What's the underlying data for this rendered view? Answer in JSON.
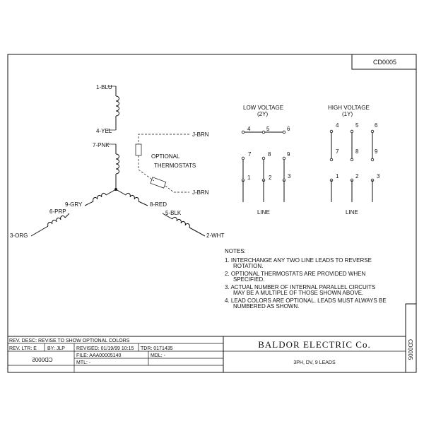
{
  "drawing": {
    "drawing_number": "CD0005",
    "company": "BALDOR ELECTRIC Co.",
    "description": "3PH, DV, 9 LEADS"
  },
  "leads": {
    "l1": "1-BLU",
    "l4": "4-YEL",
    "l7": "7-PNK",
    "l9": "9-GRY",
    "l6": "6-PRP",
    "l3": "3-ORG",
    "l8": "8-RED",
    "l5": "5-BLK",
    "l2": "2-WHT",
    "j_top": "J-BRN",
    "j_bottom": "J-BRN",
    "thermostat_label_1": "OPTIONAL",
    "thermostat_label_2": "THERMOSTATS"
  },
  "low_voltage": {
    "title": "LOW VOLTAGE",
    "subtitle": "(2Y)",
    "terminals": [
      "4",
      "5",
      "6",
      "7",
      "8",
      "9",
      "1",
      "2",
      "3"
    ],
    "line": "LINE"
  },
  "high_voltage": {
    "title": "HIGH VOLTAGE",
    "subtitle": "(1Y)",
    "terminals": [
      "4",
      "5",
      "6",
      "7",
      "8",
      "9",
      "1",
      "2",
      "3"
    ],
    "line": "LINE"
  },
  "notes": {
    "header": "NOTES:",
    "items": [
      [
        "1. INTERCHANGE ANY TWO LINE LEADS TO REVERSE",
        "ROTATION."
      ],
      [
        "2. OPTIONAL THERMOSTATS ARE PROVIDED WHEN",
        "SPECIFIED."
      ],
      [
        "3. ACTUAL NUMBER OF INTERNAL PARALLEL CIRCUITS",
        "MAY BE A MULTIPLE OF THOSE SHOWN ABOVE."
      ],
      [
        "4. LEAD COLORS ARE OPTIONAL.  LEADS MUST ALWAYS BE",
        "NUMBERED AS SHOWN."
      ]
    ]
  },
  "title_block": {
    "rev_desc": "REV. DESC:  REVISE TO SHOW OPTIONAL COLORS",
    "rev_ltr": "REV. LTR:  E",
    "by": "BY:  JLP",
    "revised": "REVISED: 01/19/99 10:15",
    "tdr": "TDR: 0171435",
    "file": "FILE: AAA00005140",
    "mdl": "MDL:  -",
    "mtl": "MTL:  -",
    "mirrored_number": "CD0005"
  }
}
